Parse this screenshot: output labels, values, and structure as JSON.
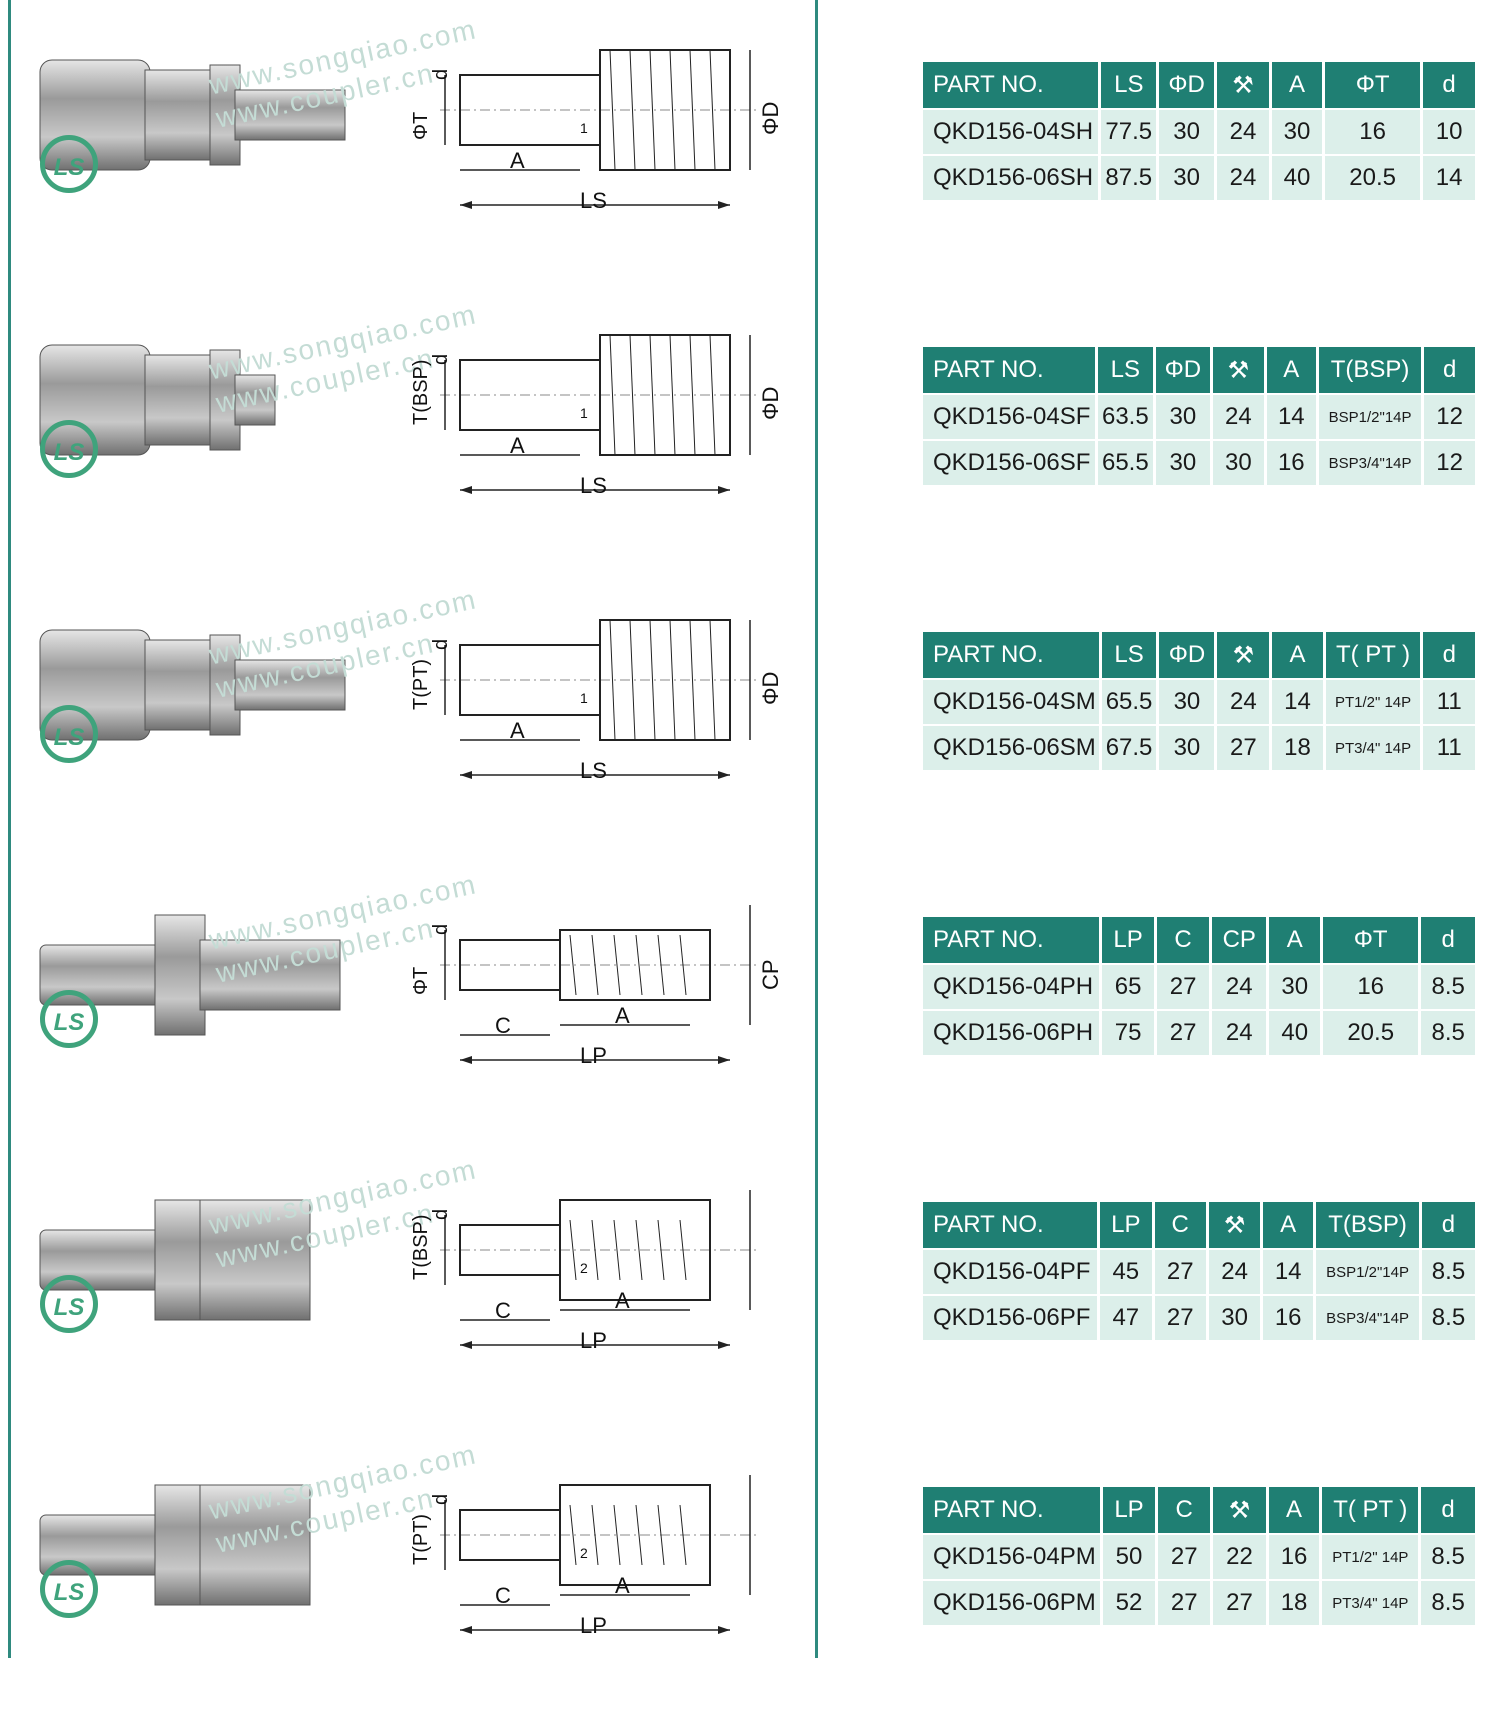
{
  "watermark": {
    "site_a": "www.songqiao.com",
    "site_b": "www.coupler.cn",
    "logo": "LS"
  },
  "sections": [
    {
      "drawing_labels": {
        "t": "ΦT",
        "d": "d",
        "D": "ΦD",
        "a": "A",
        "len": "LS",
        "wrench": "1"
      },
      "headers": [
        "PART NO.",
        "LS",
        "ΦD",
        "",
        "A",
        "ΦT",
        "d"
      ],
      "rows": [
        [
          "QKD156-04SH",
          "77.5",
          "30",
          "24",
          "30",
          "16",
          "10"
        ],
        [
          "QKD156-06SH",
          "87.5",
          "30",
          "24",
          "40",
          "20.5",
          "14"
        ]
      ]
    },
    {
      "drawing_labels": {
        "t": "T(BSP)",
        "d": "d",
        "D": "ΦD",
        "a": "A",
        "len": "LS",
        "wrench": "1"
      },
      "headers": [
        "PART NO.",
        "LS",
        "ΦD",
        "",
        "A",
        "T(BSP)",
        "d"
      ],
      "rows": [
        [
          "QKD156-04SF",
          "63.5",
          "30",
          "24",
          "14",
          "BSP1/2\"14P",
          "12"
        ],
        [
          "QKD156-06SF",
          "65.5",
          "30",
          "30",
          "16",
          "BSP3/4\"14P",
          "12"
        ]
      ]
    },
    {
      "drawing_labels": {
        "t": "T(PT)",
        "d": "d",
        "D": "ΦD",
        "a": "A",
        "len": "LS",
        "wrench": "1"
      },
      "headers": [
        "PART NO.",
        "LS",
        "ΦD",
        "",
        "A",
        "T( PT )",
        "d"
      ],
      "rows": [
        [
          "QKD156-04SM",
          "65.5",
          "30",
          "24",
          "14",
          "PT1/2\" 14P",
          "11"
        ],
        [
          "QKD156-06SM",
          "67.5",
          "30",
          "27",
          "18",
          "PT3/4\" 14P",
          "11"
        ]
      ]
    },
    {
      "drawing_labels": {
        "t": "ΦT",
        "d": "d",
        "D": "CP",
        "a": "A",
        "len": "LP",
        "c": "C"
      },
      "headers": [
        "PART NO.",
        "LP",
        "C",
        "CP",
        "A",
        "ΦT",
        "d"
      ],
      "rows": [
        [
          "QKD156-04PH",
          "65",
          "27",
          "24",
          "30",
          "16",
          "8.5"
        ],
        [
          "QKD156-06PH",
          "75",
          "27",
          "24",
          "40",
          "20.5",
          "8.5"
        ]
      ]
    },
    {
      "drawing_labels": {
        "t": "T(BSP)",
        "d": "d",
        "a": "A",
        "len": "LP",
        "c": "C",
        "wrench": "2"
      },
      "headers": [
        "PART NO.",
        "LP",
        "C",
        "",
        "A",
        "T(BSP)",
        "d"
      ],
      "rows": [
        [
          "QKD156-04PF",
          "45",
          "27",
          "24",
          "14",
          "BSP1/2\"14P",
          "8.5"
        ],
        [
          "QKD156-06PF",
          "47",
          "27",
          "30",
          "16",
          "BSP3/4\"14P",
          "8.5"
        ]
      ]
    },
    {
      "drawing_labels": {
        "t": "T(PT)",
        "d": "d",
        "a": "A",
        "len": "LP",
        "c": "C",
        "wrench": "2"
      },
      "headers": [
        "PART NO.",
        "LP",
        "C",
        "",
        "A",
        "T( PT )",
        "d"
      ],
      "rows": [
        [
          "QKD156-04PM",
          "50",
          "27",
          "22",
          "16",
          "PT1/2\" 14P",
          "8.5"
        ],
        [
          "QKD156-06PM",
          "52",
          "27",
          "27",
          "18",
          "PT3/4\" 14P",
          "8.5"
        ]
      ]
    }
  ]
}
